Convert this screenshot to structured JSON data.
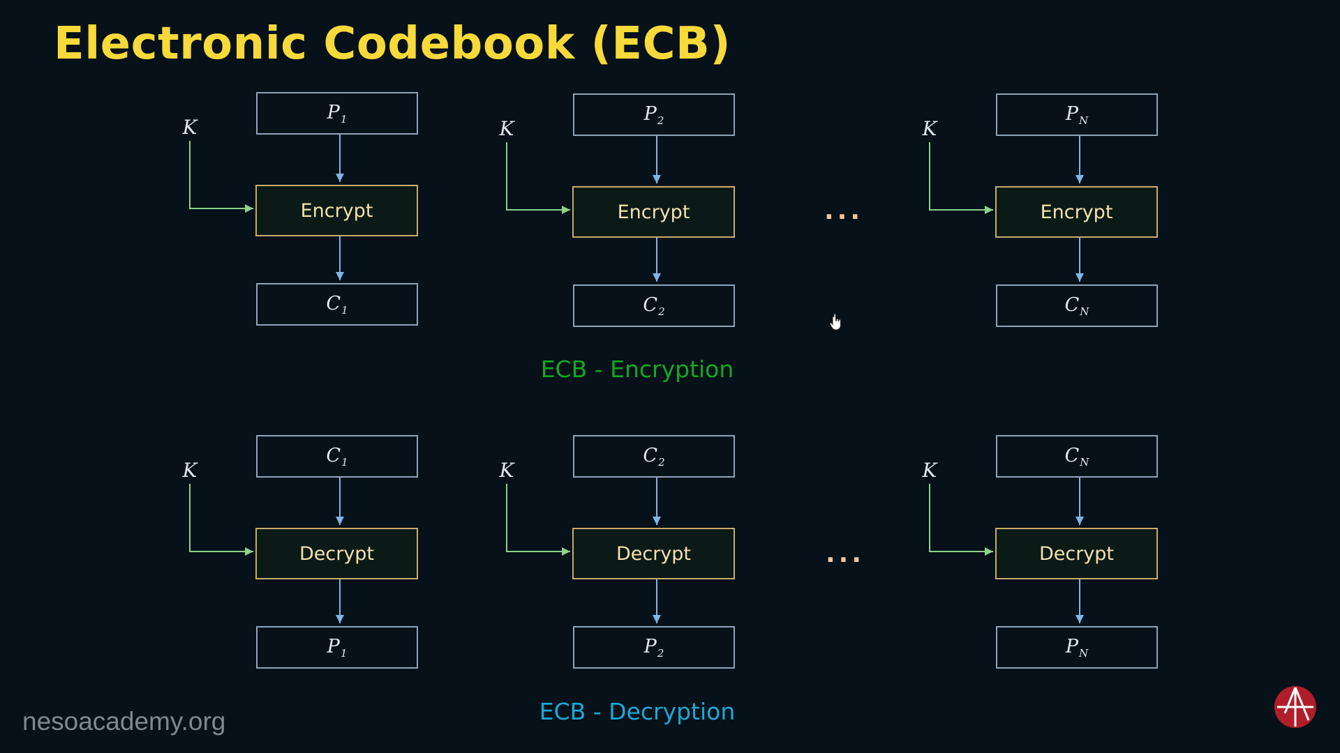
{
  "title": "Electronic Codebook (ECB)",
  "encryption": {
    "caption": "ECB - Encryption",
    "key_label": "K",
    "op_label": "Encrypt",
    "ellipsis": "...",
    "blocks": [
      {
        "input": {
          "base": "P",
          "sub": "1"
        },
        "output": {
          "base": "C",
          "sub": "1"
        }
      },
      {
        "input": {
          "base": "P",
          "sub": "2"
        },
        "output": {
          "base": "C",
          "sub": "2"
        }
      },
      {
        "input": {
          "base": "P",
          "sub": "N"
        },
        "output": {
          "base": "C",
          "sub": "N"
        }
      }
    ]
  },
  "decryption": {
    "caption": "ECB - Decryption",
    "key_label": "K",
    "op_label": "Decrypt",
    "ellipsis": "...",
    "blocks": [
      {
        "input": {
          "base": "C",
          "sub": "1"
        },
        "output": {
          "base": "P",
          "sub": "1"
        }
      },
      {
        "input": {
          "base": "C",
          "sub": "2"
        },
        "output": {
          "base": "P",
          "sub": "2"
        }
      },
      {
        "input": {
          "base": "C",
          "sub": "N"
        },
        "output": {
          "base": "P",
          "sub": "N"
        }
      }
    ]
  },
  "watermark": "nesoacademy.org",
  "colors": {
    "background": "#061119",
    "title": "#f7d93a",
    "encryption_caption": "#12a823",
    "decryption_caption": "#1aa9d6",
    "key_wire": "#8fd28a",
    "data_wire": "#7fb6e6",
    "op_border": "#c9ad6c",
    "io_border": "#8fa4b8"
  },
  "icons": {
    "logo": "neso-academy-logo-icon",
    "cursor": "hand-pointer-icon"
  }
}
